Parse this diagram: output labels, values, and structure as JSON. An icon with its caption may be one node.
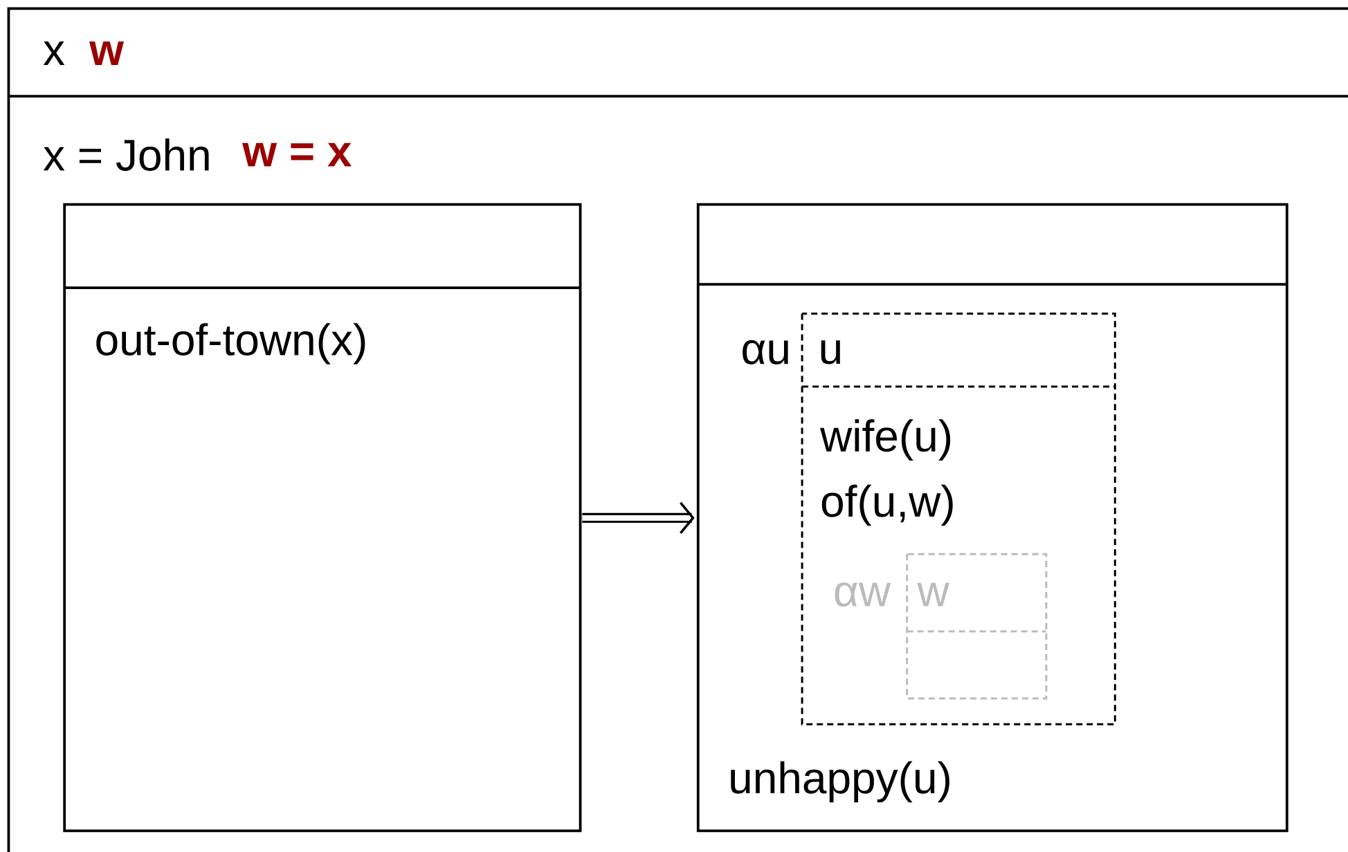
{
  "diagram": {
    "nodes": [
      {
        "text": [
          "x",
          "w",
          "x = John",
          "w = x"
        ]
      },
      {
        "text": [
          "out-of-town(x)"
        ],
        "in": 0
      },
      {
        "text": [
          "unhappy(u)"
        ],
        "in": 0
      },
      {
        "text": [
          "u",
          "wife(u)",
          "of(u,w)"
        ],
        "beside": [
          "αu"
        ],
        "in": 2
      },
      {
        "text": [
          "w"
        ],
        "beside": [
          "αw"
        ],
        "in": 3
      }
    ],
    "edges": [
      {
        "from": 1,
        "to": 2,
        "arrow": "to"
      }
    ]
  }
}
